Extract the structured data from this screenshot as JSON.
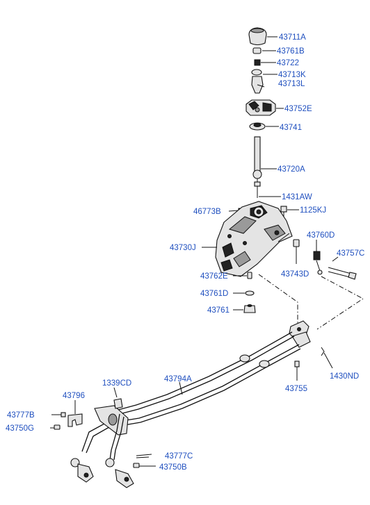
{
  "parts": {
    "p43711A": "43711A",
    "p43761B": "43761B",
    "p43722": "43722",
    "p43713K": "43713K",
    "p43713L": "43713L",
    "p43752E": "43752E",
    "p43741": "43741",
    "p43720A": "43720A",
    "p1431AW": "1431AW",
    "p46773B": "46773B",
    "p1125KJ": "1125KJ",
    "p43760D": "43760D",
    "p43730J": "43730J",
    "p43757C": "43757C",
    "p43743D": "43743D",
    "p43762E": "43762E",
    "p43761D": "43761D",
    "p43761": "43761",
    "p1430ND": "1430ND",
    "p43755": "43755",
    "p43794A": "43794A",
    "p1339CD": "1339CD",
    "p43796": "43796",
    "p43777B": "43777B",
    "p43750G": "43750G",
    "p43777C": "43777C",
    "p43750B": "43750B"
  },
  "colors": {
    "label": "#1f4fbf",
    "line": "#111111",
    "part_fill": "#e4e4e4"
  }
}
